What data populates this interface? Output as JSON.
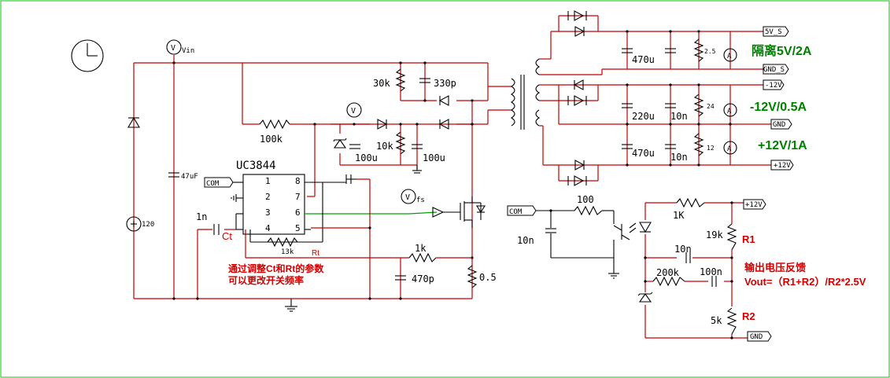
{
  "meters": {
    "vin": "Vin",
    "vfs": "fs",
    "v": "V",
    "amp": "A"
  },
  "chip": {
    "name": "UC3844",
    "pins": [
      "1",
      "2",
      "3",
      "4",
      "5",
      "6",
      "7",
      "8"
    ]
  },
  "ports": {
    "com1": "COM",
    "com2": "COM",
    "v5s": "5V_S",
    "gnds": "GND_S",
    "m12": "-12V",
    "gnd": "GND",
    "p12a": "+12V",
    "p12b": "+12V",
    "gnd2": "GND"
  },
  "components": {
    "bat": "120",
    "cap47": "47uF",
    "r100k": "100k",
    "r30k": "30k",
    "c330p": "330p",
    "r10k": "10k",
    "c100u_a": "100u",
    "c100u_b": "100u",
    "c1n": "1n",
    "ct": "Ct",
    "rt13k": "13k",
    "rt": "Rt",
    "r1k": "1k",
    "c470p": "470p",
    "r05": "0.5",
    "c470u_a": "470u",
    "r2_5": "2.5",
    "c220u": "220u",
    "c10n_a": "10n",
    "r24": "24",
    "c470u_b": "470u",
    "c10n_b": "10n",
    "r12": "12",
    "r100": "100",
    "c10n_c": "10n",
    "r1kfb": "1K",
    "r19k": "19k",
    "R1": "R1",
    "c10n_fb": "10n",
    "r200k": "200k",
    "c100n": "100n",
    "r5k": "5k",
    "R2": "R2"
  },
  "outputs": {
    "o1": "隔离5V/2A",
    "o2": "-12V/0.5A",
    "o3": "+12V/1A"
  },
  "notes": {
    "note1": "通过调整Ct和Rt的参数",
    "note2": "可以更改开关频率",
    "fb_title": "输出电压反馈",
    "fb_formula": "Vout=（R1+R2）/R2*2.5V"
  }
}
